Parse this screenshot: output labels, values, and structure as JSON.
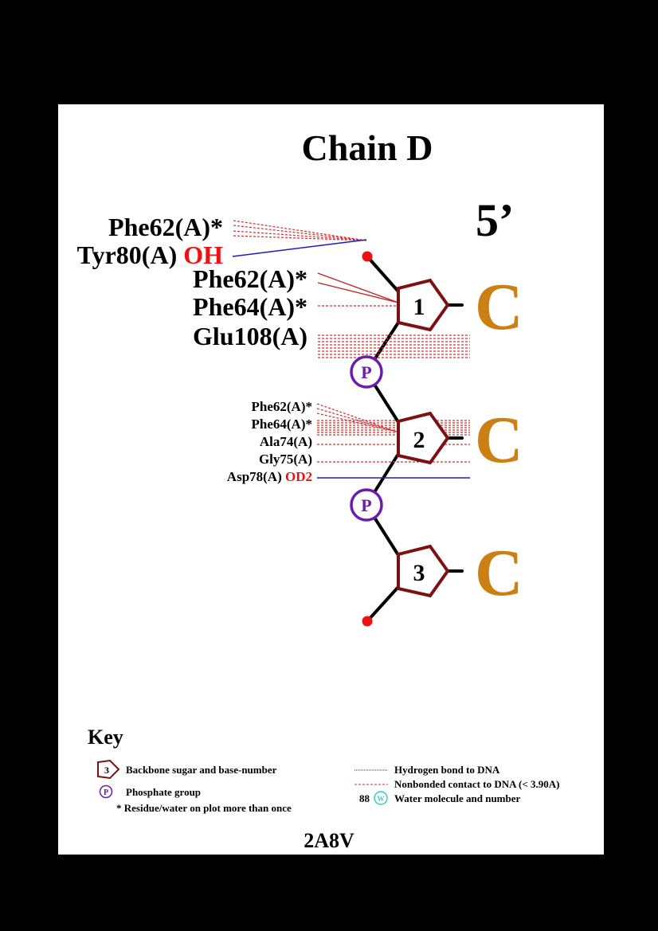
{
  "title": "Chain D",
  "end_label": "5’",
  "pdb_id": "2A8V",
  "colors": {
    "sugar": "#7b1111",
    "phosphate": "#6a1cb0",
    "base": "#cc8014",
    "hbond": "#1a1acc",
    "contact": "#d23030",
    "atom": "#ee1111",
    "water": "#33cccc"
  },
  "nucleotides": [
    {
      "number": "1",
      "base": "C"
    },
    {
      "number": "2",
      "base": "C"
    },
    {
      "number": "3",
      "base": "C"
    }
  ],
  "phosphate_symbol": "P",
  "residues": {
    "r1": {
      "name": "Phe62(A)*"
    },
    "r2": {
      "name": "Tyr80(A)",
      "atom": "OH"
    },
    "r3": {
      "name": "Phe62(A)*"
    },
    "r4": {
      "name": "Phe64(A)*"
    },
    "r5": {
      "name": "Glu108(A)"
    },
    "r6": {
      "name": "Phe62(A)*"
    },
    "r7": {
      "name": "Phe64(A)*"
    },
    "r8": {
      "name": "Ala74(A)"
    },
    "r9": {
      "name": "Gly75(A)"
    },
    "r10": {
      "name": "Asp78(A)",
      "atom": "OD2"
    }
  },
  "key": {
    "heading": "Key",
    "sugar_sample": "3",
    "sugar_label": "Backbone sugar and base-number",
    "phosphate_sample": "P",
    "phosphate_label": "Phosphate group",
    "repeat_note": "* Residue/water on plot more than once",
    "hbond_label": "Hydrogen bond to DNA",
    "contact_label": "Nonbonded contact to DNA (< 3.90A)",
    "water_number": "88",
    "water_symbol": "W",
    "water_label": "Water molecule and number"
  }
}
